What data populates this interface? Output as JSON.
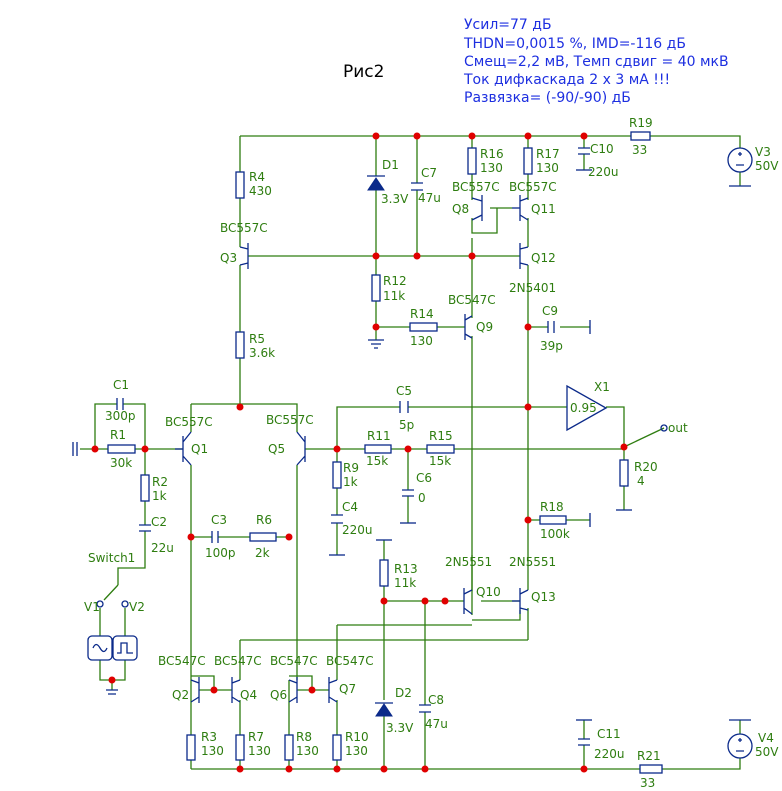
{
  "title": "Рис2",
  "specs": [
    "Усил=77 дБ",
    "THDN=0,0015 %, IMD=-116 дБ",
    "Смещ=2,2 мВ, Темп сдвиг = 40 мкВ",
    "Ток дифкаскада 2 х 3 мА !!!",
    "Развязка= (-90/-90) дБ"
  ],
  "components": {
    "R1": {
      "name": "R1",
      "value": "30k"
    },
    "R2": {
      "name": "R2",
      "value": "1k"
    },
    "R3": {
      "name": "R3",
      "value": "130"
    },
    "R4": {
      "name": "R4",
      "value": "430"
    },
    "R5": {
      "name": "R5",
      "value": "3.6k"
    },
    "R6": {
      "name": "R6",
      "value": "2k"
    },
    "R7": {
      "name": "R7",
      "value": "130"
    },
    "R8": {
      "name": "R8",
      "value": "130"
    },
    "R9": {
      "name": "R9",
      "value": "1k"
    },
    "R10": {
      "name": "R10",
      "value": "130"
    },
    "R11": {
      "name": "R11",
      "value": "15k"
    },
    "R12": {
      "name": "R12",
      "value": "11k"
    },
    "R13": {
      "name": "R13",
      "value": "11k"
    },
    "R14": {
      "name": "R14",
      "value": "130"
    },
    "R15": {
      "name": "R15",
      "value": "15k"
    },
    "R16": {
      "name": "R16",
      "value": "130"
    },
    "R17": {
      "name": "R17",
      "value": "130"
    },
    "R18": {
      "name": "R18",
      "value": "100k"
    },
    "R19": {
      "name": "R19",
      "value": "33"
    },
    "R20": {
      "name": "R20",
      "value": "4"
    },
    "R21": {
      "name": "R21",
      "value": "33"
    },
    "C1": {
      "name": "C1",
      "value": "300p"
    },
    "C2": {
      "name": "C2",
      "value": "22u"
    },
    "C3": {
      "name": "C3",
      "value": "100p"
    },
    "C4": {
      "name": "C4",
      "value": "220u"
    },
    "C5": {
      "name": "C5",
      "value": "5p"
    },
    "C6": {
      "name": "C6",
      "value": "0"
    },
    "C7": {
      "name": "C7",
      "value": "47u"
    },
    "C8": {
      "name": "C8",
      "value": "47u"
    },
    "C9": {
      "name": "C9",
      "value": "39p"
    },
    "C10": {
      "name": "C10",
      "value": "220u"
    },
    "C11": {
      "name": "C11",
      "value": "220u"
    },
    "D1": {
      "name": "D1",
      "value": "3.3V"
    },
    "D2": {
      "name": "D2",
      "value": "3.3V"
    },
    "V1": {
      "name": "V1"
    },
    "V2": {
      "name": "V2"
    },
    "V3": {
      "name": "V3",
      "value": "50V"
    },
    "V4": {
      "name": "V4",
      "value": "50V"
    },
    "X1": {
      "name": "X1",
      "value": "0.95"
    },
    "Q1": {
      "name": "Q1",
      "model": "BC557C"
    },
    "Q2": {
      "name": "Q2",
      "model": "BC547C"
    },
    "Q3": {
      "name": "Q3",
      "model": "BC557C"
    },
    "Q4": {
      "name": "Q4",
      "model": "BC547C"
    },
    "Q5": {
      "name": "Q5",
      "model": "BC557C"
    },
    "Q6": {
      "name": "Q6",
      "model": "BC547C"
    },
    "Q7": {
      "name": "Q7",
      "model": "BC547C"
    },
    "Q8": {
      "name": "Q8",
      "model": "BC557C"
    },
    "Q9": {
      "name": "Q9",
      "model": "BC547C"
    },
    "Q10": {
      "name": "Q10",
      "model": "2N5551"
    },
    "Q11": {
      "name": "Q11",
      "model": "BC557C"
    },
    "Q12": {
      "name": "Q12",
      "model": "2N5401"
    },
    "Q13": {
      "name": "Q13",
      "model": "2N5551"
    },
    "Switch1": {
      "name": "Switch1"
    },
    "out": {
      "name": "out"
    }
  }
}
